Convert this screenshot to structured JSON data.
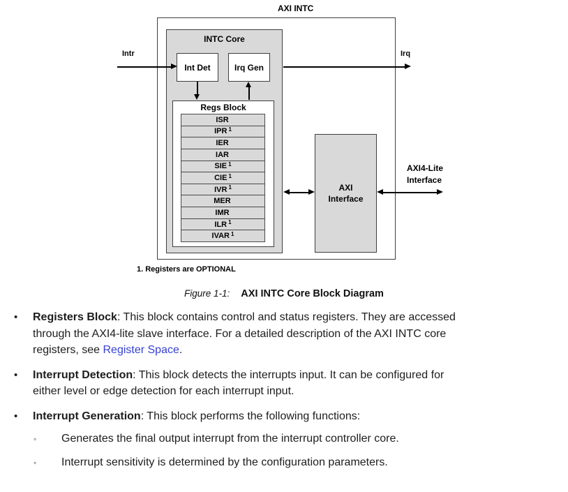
{
  "diagram": {
    "title": "AXI INTC",
    "intc_core_label": "INTC Core",
    "int_det_label": "Int Det",
    "irq_gen_label": "Irq Gen",
    "regs_block_label": "Regs Block",
    "registers": [
      {
        "name": "ISR",
        "sup": ""
      },
      {
        "name": "IPR",
        "sup": "1"
      },
      {
        "name": "IER",
        "sup": ""
      },
      {
        "name": "IAR",
        "sup": ""
      },
      {
        "name": "SIE",
        "sup": "1"
      },
      {
        "name": "CIE",
        "sup": "1"
      },
      {
        "name": "IVR",
        "sup": "1"
      },
      {
        "name": "MER",
        "sup": ""
      },
      {
        "name": "IMR",
        "sup": ""
      },
      {
        "name": "ILR",
        "sup": "1"
      },
      {
        "name": "IVAR",
        "sup": "1"
      }
    ],
    "axi_interface_label": "AXI\nInterface",
    "intr_label": "Intr",
    "irq_label": "Irq",
    "axi4_lite_label": "AXI4-Lite\nInterface",
    "footnote": "1. Registers are OPTIONAL"
  },
  "caption": {
    "figure": "Figure 1-1:",
    "title": "AXI INTC Core Block Diagram"
  },
  "bullets": [
    {
      "lead": "Registers Block",
      "text1": ": This block contains control and status registers. They are accessed\nthrough the AXI4-lite slave interface. For a detailed description of the AXI INTC core\nregisters, see ",
      "link": "Register Space",
      "text2": "."
    },
    {
      "lead": "Interrupt Detection",
      "text": ": This block detects the interrupts input. It can be configured for\neither level or edge detection for each interrupt input."
    },
    {
      "lead": "Interrupt Generation",
      "text": ": This block performs the following functions:"
    }
  ],
  "sub_bullets": [
    {
      "text": "Generates the final output interrupt from the interrupt controller core."
    },
    {
      "text": "Interrupt sensitivity is determined by the configuration parameters."
    }
  ],
  "markers": {
    "bullet": "•",
    "sub_bullet": "◦"
  },
  "colors": {
    "link_blue": "#3540d6",
    "block_gray": "#d9d9d9",
    "border_gray": "#3d3d3d"
  }
}
